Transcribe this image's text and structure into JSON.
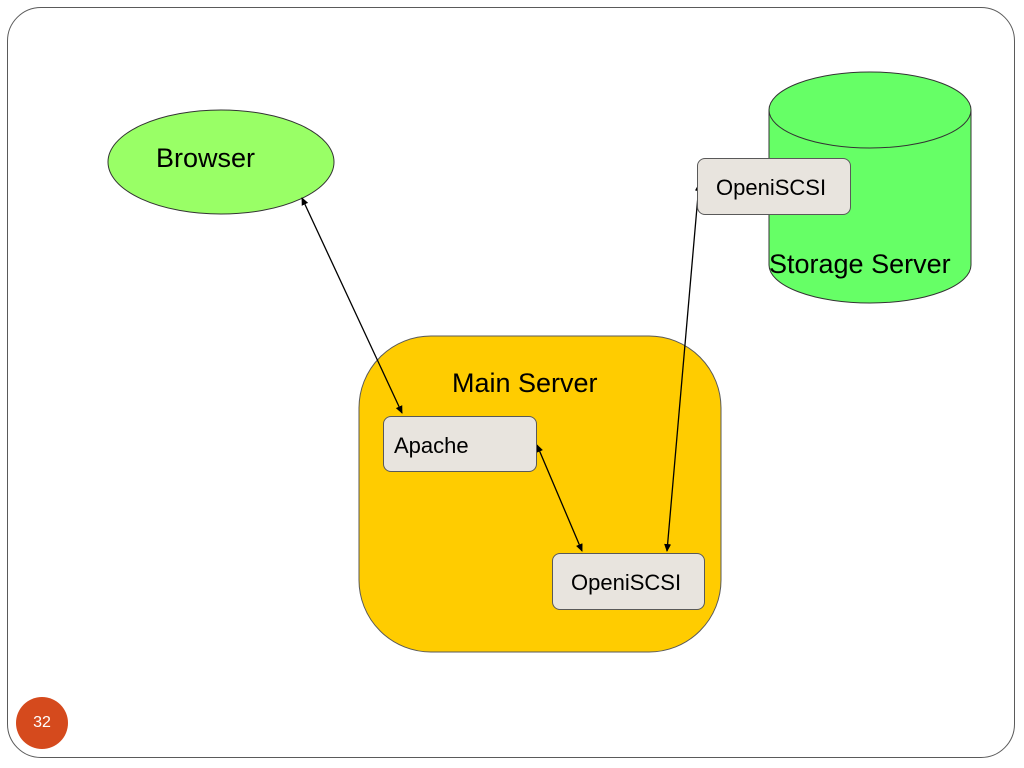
{
  "diagram": {
    "nodes": {
      "browser": {
        "label": "Browser"
      },
      "main_server": {
        "label": "Main Server"
      },
      "apache": {
        "label": "Apache"
      },
      "openiscsi_main": {
        "label": "OpeniSCSI"
      },
      "openiscsi_storage": {
        "label": "OpeniSCSI"
      },
      "storage_server": {
        "label": "Storage Server"
      }
    },
    "edges": [
      {
        "from": "browser",
        "to": "apache",
        "direction": "bidirectional"
      },
      {
        "from": "apache",
        "to": "openiscsi_main",
        "direction": "bidirectional"
      },
      {
        "from": "openiscsi_main",
        "to": "openiscsi_storage",
        "direction": "bidirectional"
      }
    ]
  },
  "slide": {
    "page_number": "32"
  },
  "colors": {
    "browser_fill": "#99ff66",
    "storage_fill": "#66ff66",
    "main_server_fill": "#ffcc00",
    "component_fill": "#e8e4de",
    "badge_fill": "#d54a1d"
  }
}
